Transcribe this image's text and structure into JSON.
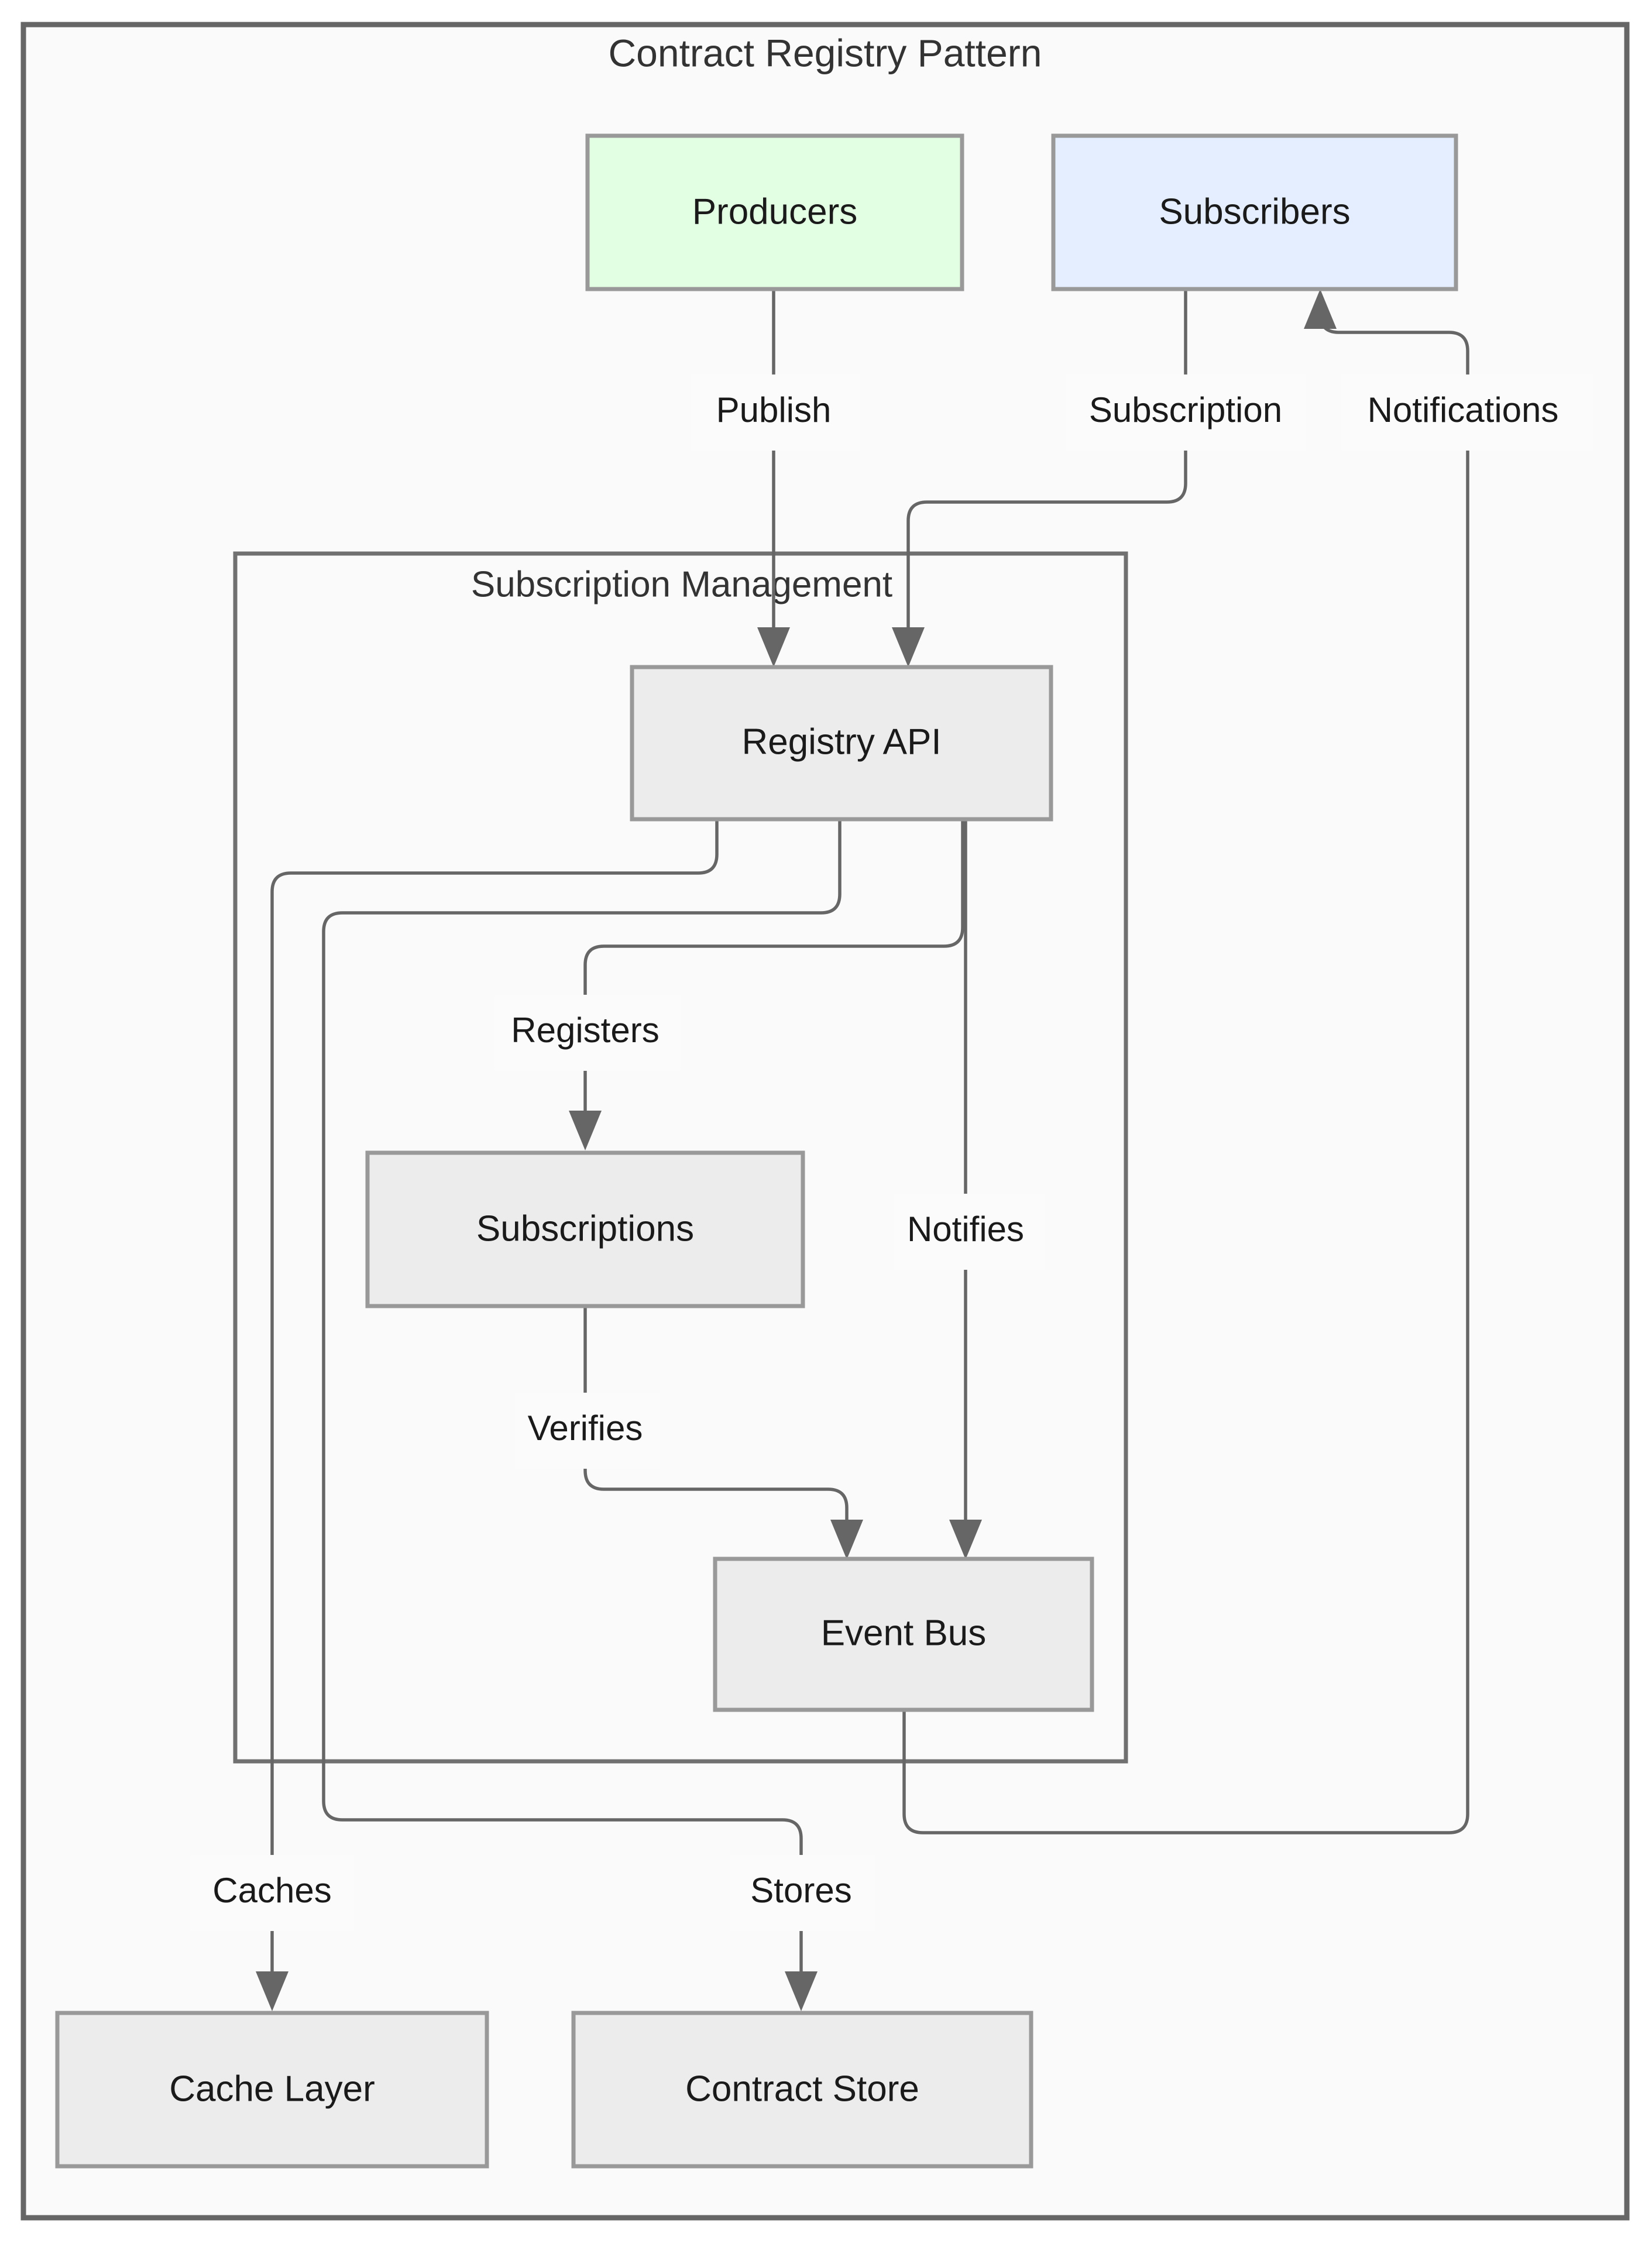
{
  "diagram": {
    "title": "Contract Registry Pattern",
    "type": "flowchart",
    "direction": "top-down",
    "colors": {
      "canvas": "#fafafa",
      "node_fill_default": "#ececec",
      "node_fill_producers": "#e3ffe3",
      "node_fill_subscribers": "#e4eeff",
      "node_stroke": "#999999",
      "cluster_stroke": "#707070",
      "edge_stroke": "#666666",
      "text": "#1a1a1a"
    },
    "clusters": [
      {
        "id": "subscription-management",
        "label": "Subscription Management"
      }
    ],
    "nodes": [
      {
        "id": "producers",
        "label": "Producers",
        "style": "green"
      },
      {
        "id": "subscribers",
        "label": "Subscribers",
        "style": "blue"
      },
      {
        "id": "registry-api",
        "label": "Registry API",
        "style": "default"
      },
      {
        "id": "subscriptions",
        "label": "Subscriptions",
        "style": "default"
      },
      {
        "id": "event-bus",
        "label": "Event Bus",
        "style": "default"
      },
      {
        "id": "cache-layer",
        "label": "Cache Layer",
        "style": "default"
      },
      {
        "id": "contract-store",
        "label": "Contract Store",
        "style": "default"
      }
    ],
    "edges": [
      {
        "id": "e-publish",
        "from": "producers",
        "to": "registry-api",
        "label": "Publish"
      },
      {
        "id": "e-subscription",
        "from": "subscribers",
        "to": "registry-api",
        "label": "Subscription"
      },
      {
        "id": "e-notifications",
        "from": "event-bus",
        "to": "subscribers",
        "label": "Notifications"
      },
      {
        "id": "e-registers",
        "from": "registry-api",
        "to": "subscriptions",
        "label": "Registers"
      },
      {
        "id": "e-notifies",
        "from": "registry-api",
        "to": "event-bus",
        "label": "Notifies"
      },
      {
        "id": "e-verifies",
        "from": "subscriptions",
        "to": "event-bus",
        "label": "Verifies"
      },
      {
        "id": "e-caches",
        "from": "registry-api",
        "to": "cache-layer",
        "label": "Caches"
      },
      {
        "id": "e-stores",
        "from": "registry-api",
        "to": "contract-store",
        "label": "Stores"
      }
    ]
  }
}
